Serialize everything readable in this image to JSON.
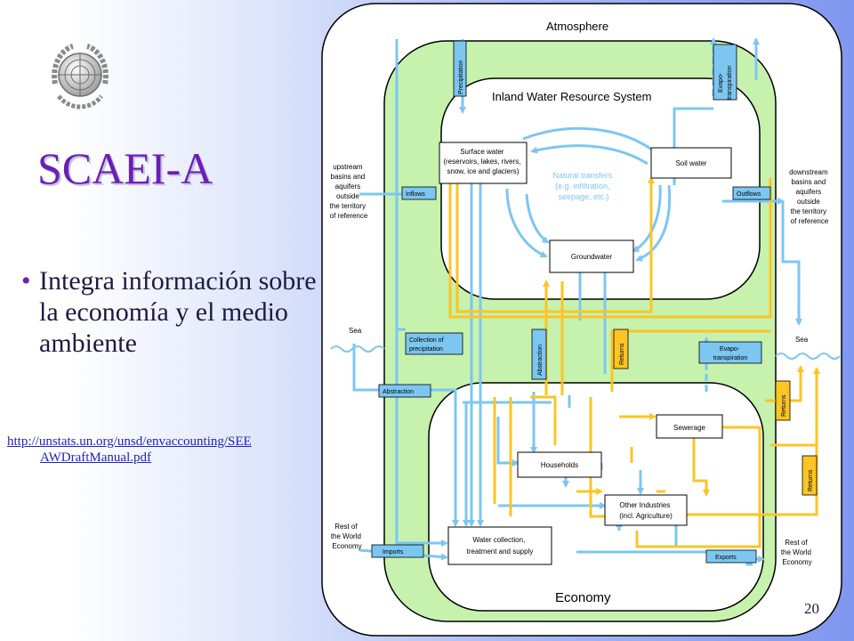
{
  "slide": {
    "title": "SCAEI-A",
    "bullet": "Integra información sobre la economía y el medio ambiente",
    "link_line1": "http://unstats.un.org/unsd/envaccounting/SEE",
    "link_line2": "AWDraftManual.pdf",
    "page_number": "20"
  },
  "diagram": {
    "atmosphere": "Atmosphere",
    "inland_system": "Inland Water Resource System",
    "economy": "Economy",
    "surface_water": [
      "Surface water",
      "(reservoirs, lakes, rivers,",
      "snow, ice and glaciers)"
    ],
    "soil_water": "Soil water",
    "groundwater": "Groundwater",
    "natural_transfers": [
      "Natural transfers",
      "(e.g. infiltration,",
      "seepage, etc.)"
    ],
    "upstream": [
      "upstream",
      "basins and",
      "aquifers",
      "outside",
      "the territory",
      "of reference"
    ],
    "downstream": [
      "downstream",
      "basins and",
      "aquifers",
      "outside",
      "the territory",
      "of reference"
    ],
    "sea_left": "Sea",
    "sea_right": "Sea",
    "rest_world_left": [
      "Rest of",
      "the World",
      "Economy"
    ],
    "rest_world_right": [
      "Rest of",
      "the World",
      "Economy"
    ],
    "precipitation": "Precipitation",
    "evapotranspiration_top": [
      "Evapo-",
      "transpiration"
    ],
    "inflows": "Inflows",
    "outflows": "Outflows",
    "collection": [
      "Collection of",
      "precipitation"
    ],
    "abstraction_vertical": "Abstraction",
    "returns_vertical": "Returns",
    "evapotranspiration_mid": [
      "Evapo-",
      "transpiration"
    ],
    "abstraction_horizontal": "Abstraction",
    "returns_right_1": "Returns",
    "returns_right_2": "Returns",
    "imports": "Imports",
    "exports": "Exports",
    "sewerage": "Sewerage",
    "households": "Households",
    "other_industries": [
      "Other Industries",
      "(incl. Agriculture)"
    ],
    "water_collection": [
      "Water collection,",
      "treatment and supply"
    ]
  },
  "colors": {
    "blue_flow": "#7cc6f2",
    "yellow_flow": "#fcc425",
    "atmosphere_fill": "#ffffff",
    "economy_fill": "#c6f2ad",
    "title": "#6a1fb4",
    "link": "#2323b8"
  }
}
